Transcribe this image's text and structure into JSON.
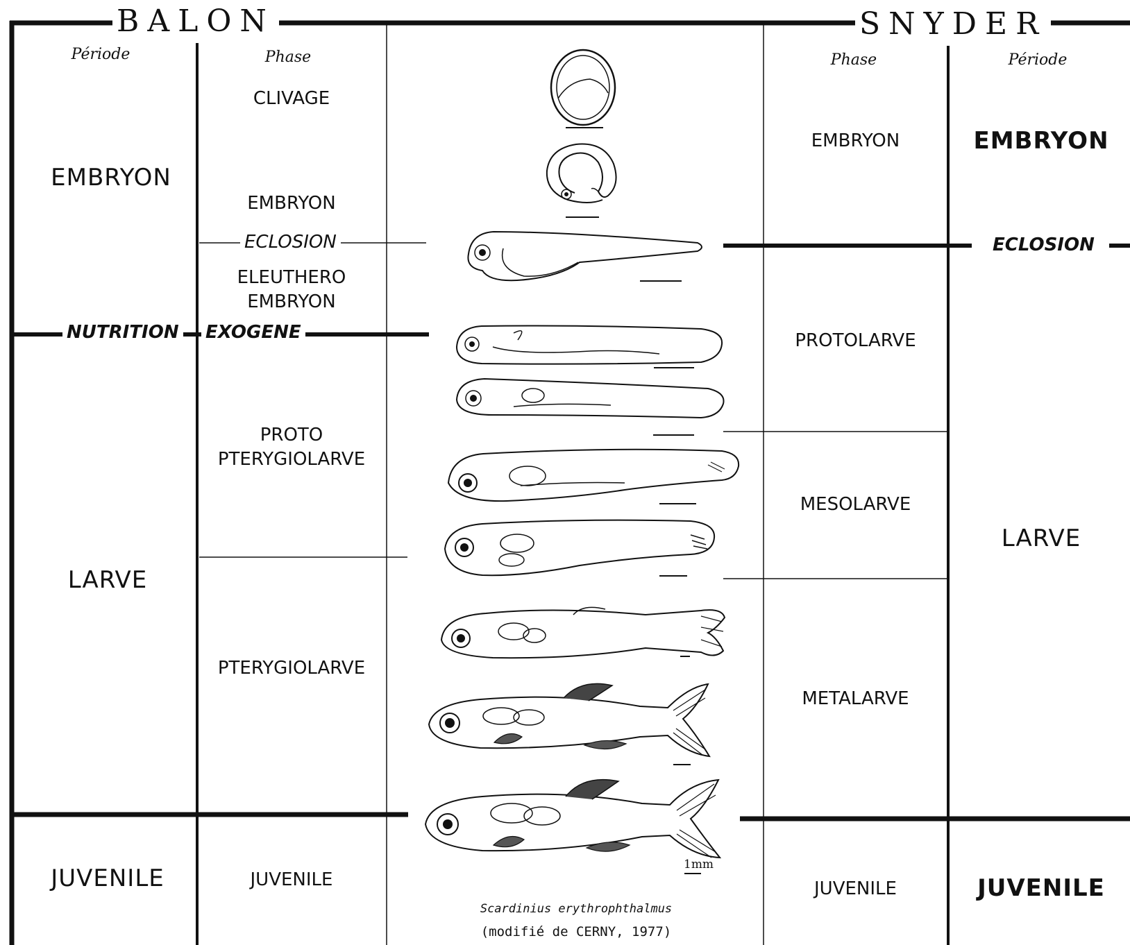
{
  "headers": {
    "balon": "BALON",
    "snyder": "SNYDER"
  },
  "balon": {
    "periode_label": "Période",
    "phase_label": "Phase",
    "periods": {
      "embryon": "EMBRYON",
      "larve": "LARVE",
      "juvenile": "JUVENILE"
    },
    "phases": {
      "clivage": "CLIVAGE",
      "embryon": "EMBRYON",
      "eleuthero_1": "ELEUTHERO",
      "eleuthero_2": "EMBRYON",
      "proto_1": "PROTO",
      "proto_2": "PTERYGIOLARVE",
      "pterygiolarve": "PTERYGIOLARVE",
      "juvenile": "JUVENILE"
    },
    "events": {
      "eclosion": "ECLOSION",
      "nutrition": "NUTRITION",
      "exogene": "EXOGENE"
    }
  },
  "snyder": {
    "phase_label": "Phase",
    "periode_label": "Période",
    "phases": {
      "embryon": "EMBRYON",
      "protolarve": "PROTOLARVE",
      "mesolarve": "MESOLARVE",
      "metalarve": "METALARVE",
      "juvenile": "JUVENILE"
    },
    "periods": {
      "embryon": "EMBRYON",
      "larve": "LARVE",
      "juvenile": "JUVENILE"
    },
    "events": {
      "eclosion": "ECLOSION"
    }
  },
  "illustration": {
    "scale": "1mm",
    "species": "Scardinius erythrophthalmus",
    "credit": "(modifié de CERNY, 1977)"
  }
}
